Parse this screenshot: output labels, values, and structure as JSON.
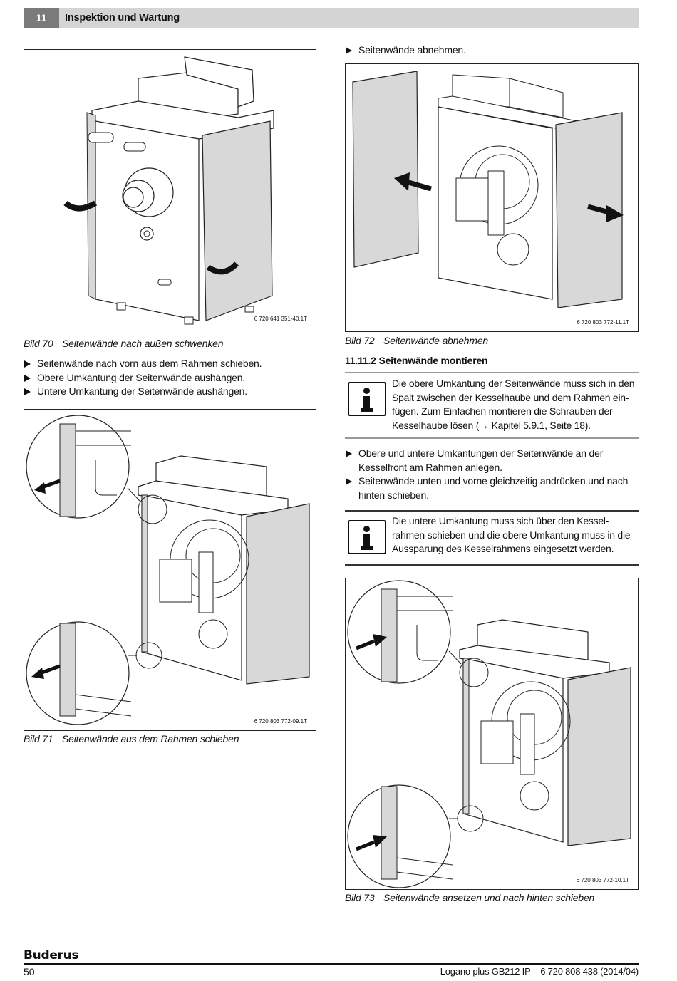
{
  "header": {
    "chapter_number": "11",
    "chapter_title": "Inspektion und Wartung"
  },
  "left_column": {
    "figure_70": {
      "code": "6 720 641 351-40.1T",
      "caption_number": "Bild 70",
      "caption_text": "Seitenwände nach außen schwenken"
    },
    "steps_1": [
      "Seitenwände nach vorn aus dem Rahmen schieben.",
      "Obere Umkantung der Seitenwände aushängen.",
      "Untere Umkantung der Seitenwände aushängen."
    ],
    "figure_71": {
      "code": "6 720 803 772-09.1T",
      "caption_number": "Bild 71",
      "caption_text": "Seitenwände aus dem Rahmen schieben"
    }
  },
  "right_column": {
    "step_top": "Seitenwände abnehmen.",
    "figure_72": {
      "code": "6 720 803 772-11.1T",
      "caption_number": "Bild 72",
      "caption_text": "Seitenwände abnehmen"
    },
    "section_heading": "11.11.2 Seitenwände montieren",
    "info_1": {
      "icon": "info-icon",
      "lines": [
        "Die obere Umkantung der Seitenwände muss sich in den",
        "Spalt zwischen der Kesselhaube und dem Rahmen ein-",
        "fügen. Zum Einfachen montieren die Schrauben der",
        "Kesselhaube lösen (→ Kapitel 5.9.1, Seite 18)."
      ]
    },
    "steps_2": [
      "Obere und untere Umkantungen der Seitenwände an der Kesselfront am Rahmen anlegen.",
      "Seitenwände unten und vorne gleichzeitig andrücken und nach hinten schieben."
    ],
    "info_2": {
      "icon": "info-icon",
      "lines": [
        "Die untere Umkantung muss sich über den Kessel-",
        "rahmen schieben und die obere Umkantung muss in die",
        "Aussparung des Kesselrahmens eingesetzt werden."
      ]
    },
    "figure_73": {
      "code": "6 720 803 772-10.1T",
      "caption_number": "Bild 73",
      "caption_text": "Seitenwände ansetzen und nach hinten schieben"
    }
  },
  "footer": {
    "brand": "Buderus",
    "page_number": "50",
    "document_id": "Logano plus GB212 IP – 6 720 808 438 (2014/04)"
  }
}
